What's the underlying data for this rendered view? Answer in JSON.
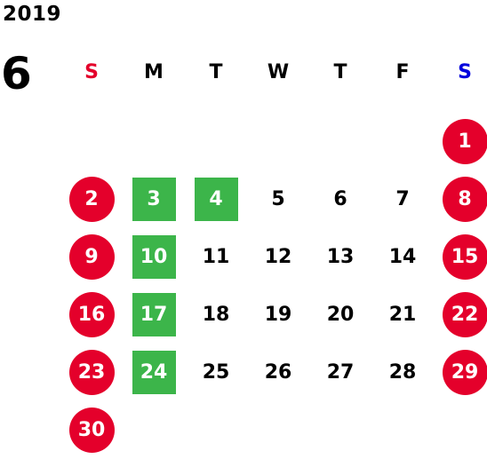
{
  "calendar": {
    "year": "2019",
    "month": "6",
    "weekdays": [
      "S",
      "M",
      "T",
      "W",
      "T",
      "F",
      "S"
    ],
    "weeks": [
      [
        "",
        "",
        "",
        "",
        "",
        "",
        "1"
      ],
      [
        "2",
        "3",
        "4",
        "5",
        "6",
        "7",
        "8"
      ],
      [
        "9",
        "10",
        "11",
        "12",
        "13",
        "14",
        "15"
      ],
      [
        "16",
        "17",
        "18",
        "19",
        "20",
        "21",
        "22"
      ],
      [
        "23",
        "24",
        "25",
        "26",
        "27",
        "28",
        "29"
      ],
      [
        "30",
        "",
        "",
        "",
        "",
        "",
        ""
      ]
    ],
    "holiday_days": [
      "1",
      "2",
      "8",
      "9",
      "15",
      "16",
      "22",
      "23",
      "29",
      "30"
    ],
    "highlighted_days": [
      "3",
      "4",
      "10",
      "17",
      "24"
    ],
    "colors": {
      "holiday": "#e4002b",
      "highlight": "#3cb54a",
      "sunday_header": "#e4002b",
      "saturday_header": "#0000dd"
    }
  }
}
